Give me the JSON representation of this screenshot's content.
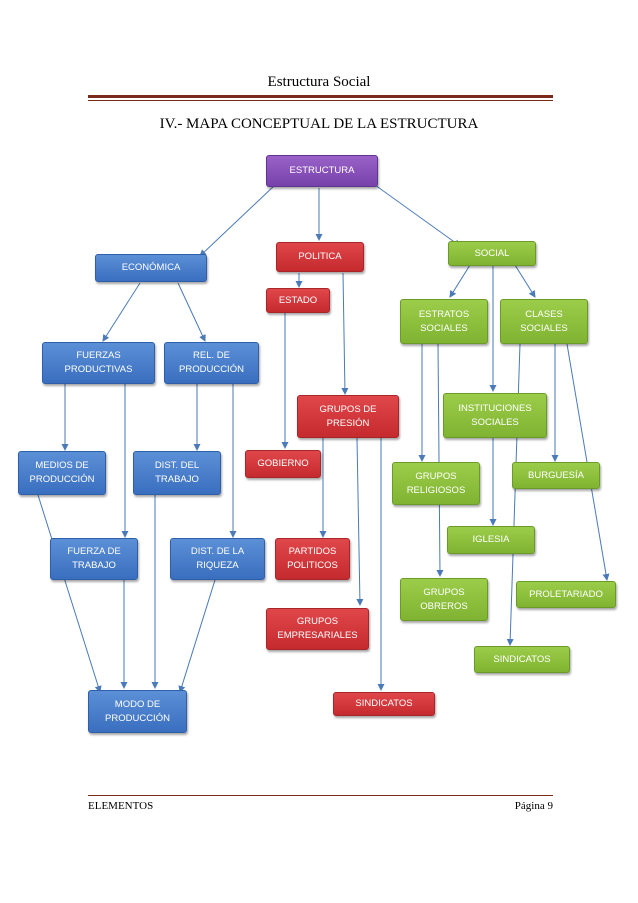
{
  "header": {
    "title": "Estructura Social"
  },
  "page_heading": "IV.- MAPA CONCEPTUAL DE LA ESTRUCTURA",
  "nodes": {
    "estructura": "ESTRUCTURA",
    "economica": "ECONÓMICA",
    "politica": "POLITICA",
    "social": "SOCIAL",
    "estado": "ESTADO",
    "fuerzas": "FUERZAS\nPRODUCTIVAS",
    "rel_prod": "REL. DE\nPRODUCCIÓN",
    "estratos": "ESTRATOS\nSOCIALES",
    "clases": "CLASES\nSOCIALES",
    "grupos_presion": "GRUPOS DE\nPRESIÓN",
    "instituciones": "INSTITUCIONES\nSOCIALES",
    "medios": "MEDIOS DE\nPRODUCCIÓN",
    "dist_trabajo": "DIST. DEL\nTRABAJO",
    "gobierno": "GOBIERNO",
    "grupos_religiosos": "GRUPOS\nRELIGIOSOS",
    "burguesia": "BURGUESÍA",
    "iglesia": "IGLESIA",
    "fuerza_trabajo": "FUERZA DE\nTRABAJO",
    "dist_riqueza": "DIST. DE LA\nRIQUEZA",
    "partidos": "PARTIDOS\nPOLITICOS",
    "grupos_obreros": "GRUPOS\nOBREROS",
    "proletariado": "PROLETARIADO",
    "grupos_empresariales": "GRUPOS\nEMPRESARIALES",
    "sindicatos_green": "SINDICATOS",
    "modo": "MODO DE\nPRODUCCIÓN",
    "sindicatos_red": "SINDICATOS"
  },
  "colors": {
    "economic": "#3a6fc0",
    "political": "#c52a2e",
    "social": "#7fb331",
    "root": "#7642aa",
    "header_rule": "#7b2a1d"
  },
  "footer": {
    "left": "ELEMENTOS",
    "right": "Página 9"
  }
}
